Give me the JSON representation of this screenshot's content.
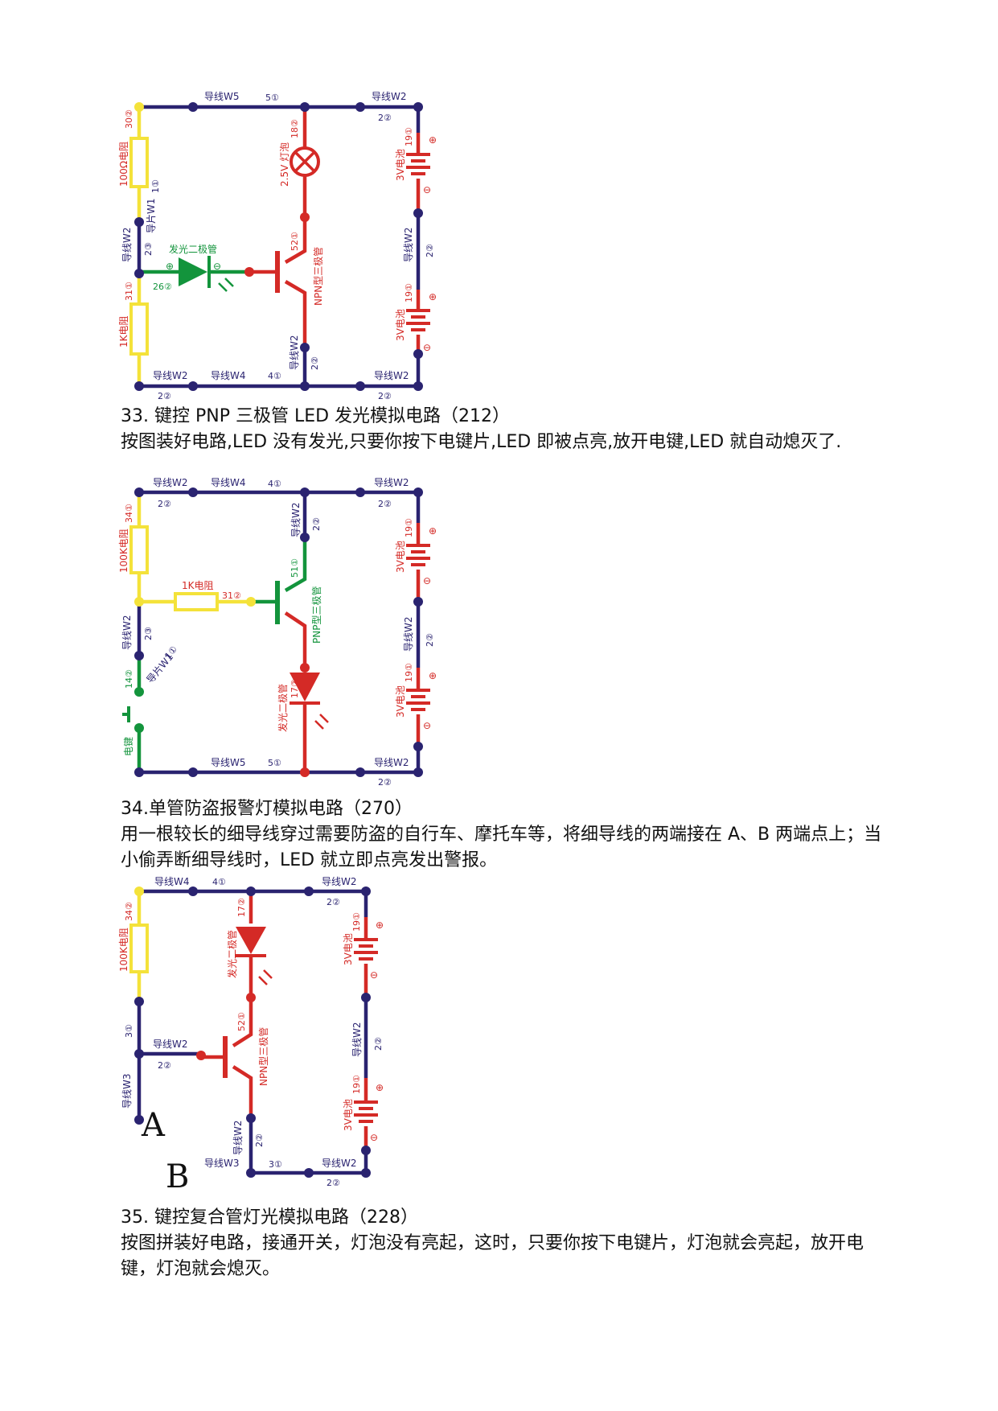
{
  "colors": {
    "navy": "#2a2370",
    "red": "#d42a26",
    "yellow": "#f4e23a",
    "green": "#13943c"
  },
  "c1": {
    "w5": "导线W5",
    "n51": "5①",
    "w2tr": "导线W2",
    "n22tr": "2②",
    "n302": "30②",
    "r100": "100Ω电阻",
    "sheet": "导片W1",
    "n11": "1①",
    "w2l": "导线W2",
    "n23l": "2③",
    "led": "发光二极管",
    "n262": "26②",
    "n182": "18②",
    "lamp": "2.5V 灯泡",
    "n521": "52①",
    "npn": "NPN型三极管",
    "n311": "31①",
    "r1k": "1K电阻",
    "w2m": "导线W2",
    "n22m": "2②",
    "w2bl": "导线W2",
    "n22bl": "2②",
    "w4": "导线W4",
    "n41": "4①",
    "w2br": "导线W2",
    "n22br": "2②",
    "bat1": "3V电池",
    "n191a": "19①",
    "w2r": "导线W2",
    "n22r": "2②",
    "bat2": "3V电池",
    "n191b": "19①"
  },
  "s33": {
    "heading": "33. 键控 PNP 三极管 LED 发光模拟电路（212）",
    "body": "按图装好电路,LED 没有发光,只要你按下电键片,LED 即被点亮,放开电键,LED 就自动熄灭了."
  },
  "c2": {
    "w2tl": "导线W2",
    "n22tl": "2②",
    "w4": "导线W4",
    "n41": "4①",
    "w2tr": "导线W2",
    "n22tr": "2②",
    "n341": "34①",
    "r100k": "100K电阻",
    "w2v": "导线W2",
    "n22v": "2②",
    "n511": "51①",
    "pnp": "PNP型三极管",
    "r1k": "1K电阻",
    "n312": "31②",
    "w2l": "导线W2",
    "n23l": "2③",
    "sheet": "导片W1",
    "n11": "1①",
    "n142": "14②",
    "key": "电键",
    "led": "发光二极管",
    "n172": "17②",
    "w5": "导线W5",
    "n51": "5①",
    "w2br": "导线W2",
    "n22br": "2②",
    "bat1": "3V电池",
    "n191a": "19①",
    "w2r": "导线W2",
    "n22r": "2②",
    "bat2": "3V电池",
    "n191b": "19①"
  },
  "s34": {
    "heading": "34.单管防盗报警灯模拟电路（270）",
    "body": "用一根较长的细导线穿过需要防盗的自行车、摩托车等，将细导线的两端接在 A、B 两端点上；当小偷弄断细导线时，LED 就立即点亮发出警报。"
  },
  "c3": {
    "w4": "导线W4",
    "n41": "4①",
    "w2tr": "导线W2",
    "n22tr": "2②",
    "n342": "34②",
    "r100k": "100K电阻",
    "led": "发光二极管",
    "n172": "17②",
    "n31": "3①",
    "w2m": "导线W2",
    "n22m": "2②",
    "n521": "52①",
    "npn": "NPN型三极管",
    "w3l": "导线W3",
    "a": "A",
    "b": "B",
    "w2v": "导线W2",
    "n22v": "2②",
    "w3b": "导线W3",
    "n31b": "3①",
    "w2br": "导线W2",
    "n22br": "2②",
    "bat1": "3V电池",
    "n191a": "19①",
    "w2r": "导线W2",
    "n22r": "2②",
    "bat2": "3V电池",
    "n191b": "19①"
  },
  "s35": {
    "heading": "35. 键控复合管灯光模拟电路（228）",
    "body": "按图拼装好电路，接通开关，灯泡没有亮起，这时，只要你按下电键片，灯泡就会亮起，放开电键，灯泡就会熄灭。"
  }
}
